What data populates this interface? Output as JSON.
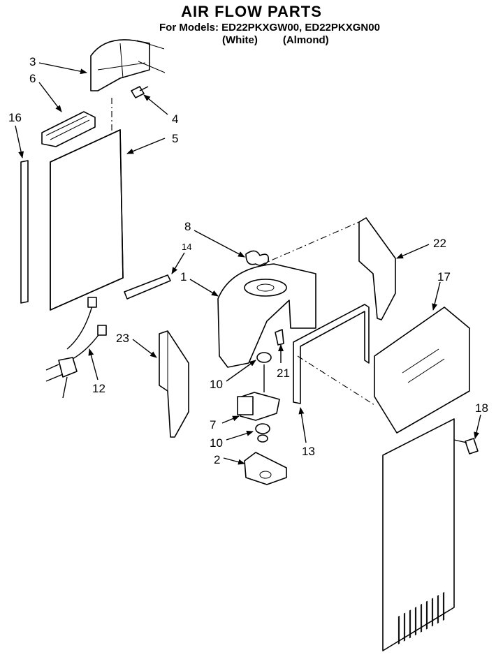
{
  "header": {
    "title": "AIR FLOW PARTS",
    "models": "For Models: ED22PKXGW00, ED22PKXGN00",
    "variant_white": "(White)",
    "variant_almond": "(Almond)"
  },
  "callouts": [
    "3",
    "6",
    "4",
    "16",
    "5",
    "8",
    "14",
    "22",
    "1",
    "17",
    "23",
    "21",
    "10",
    "12",
    "18",
    "7",
    "10",
    "13",
    "2"
  ]
}
